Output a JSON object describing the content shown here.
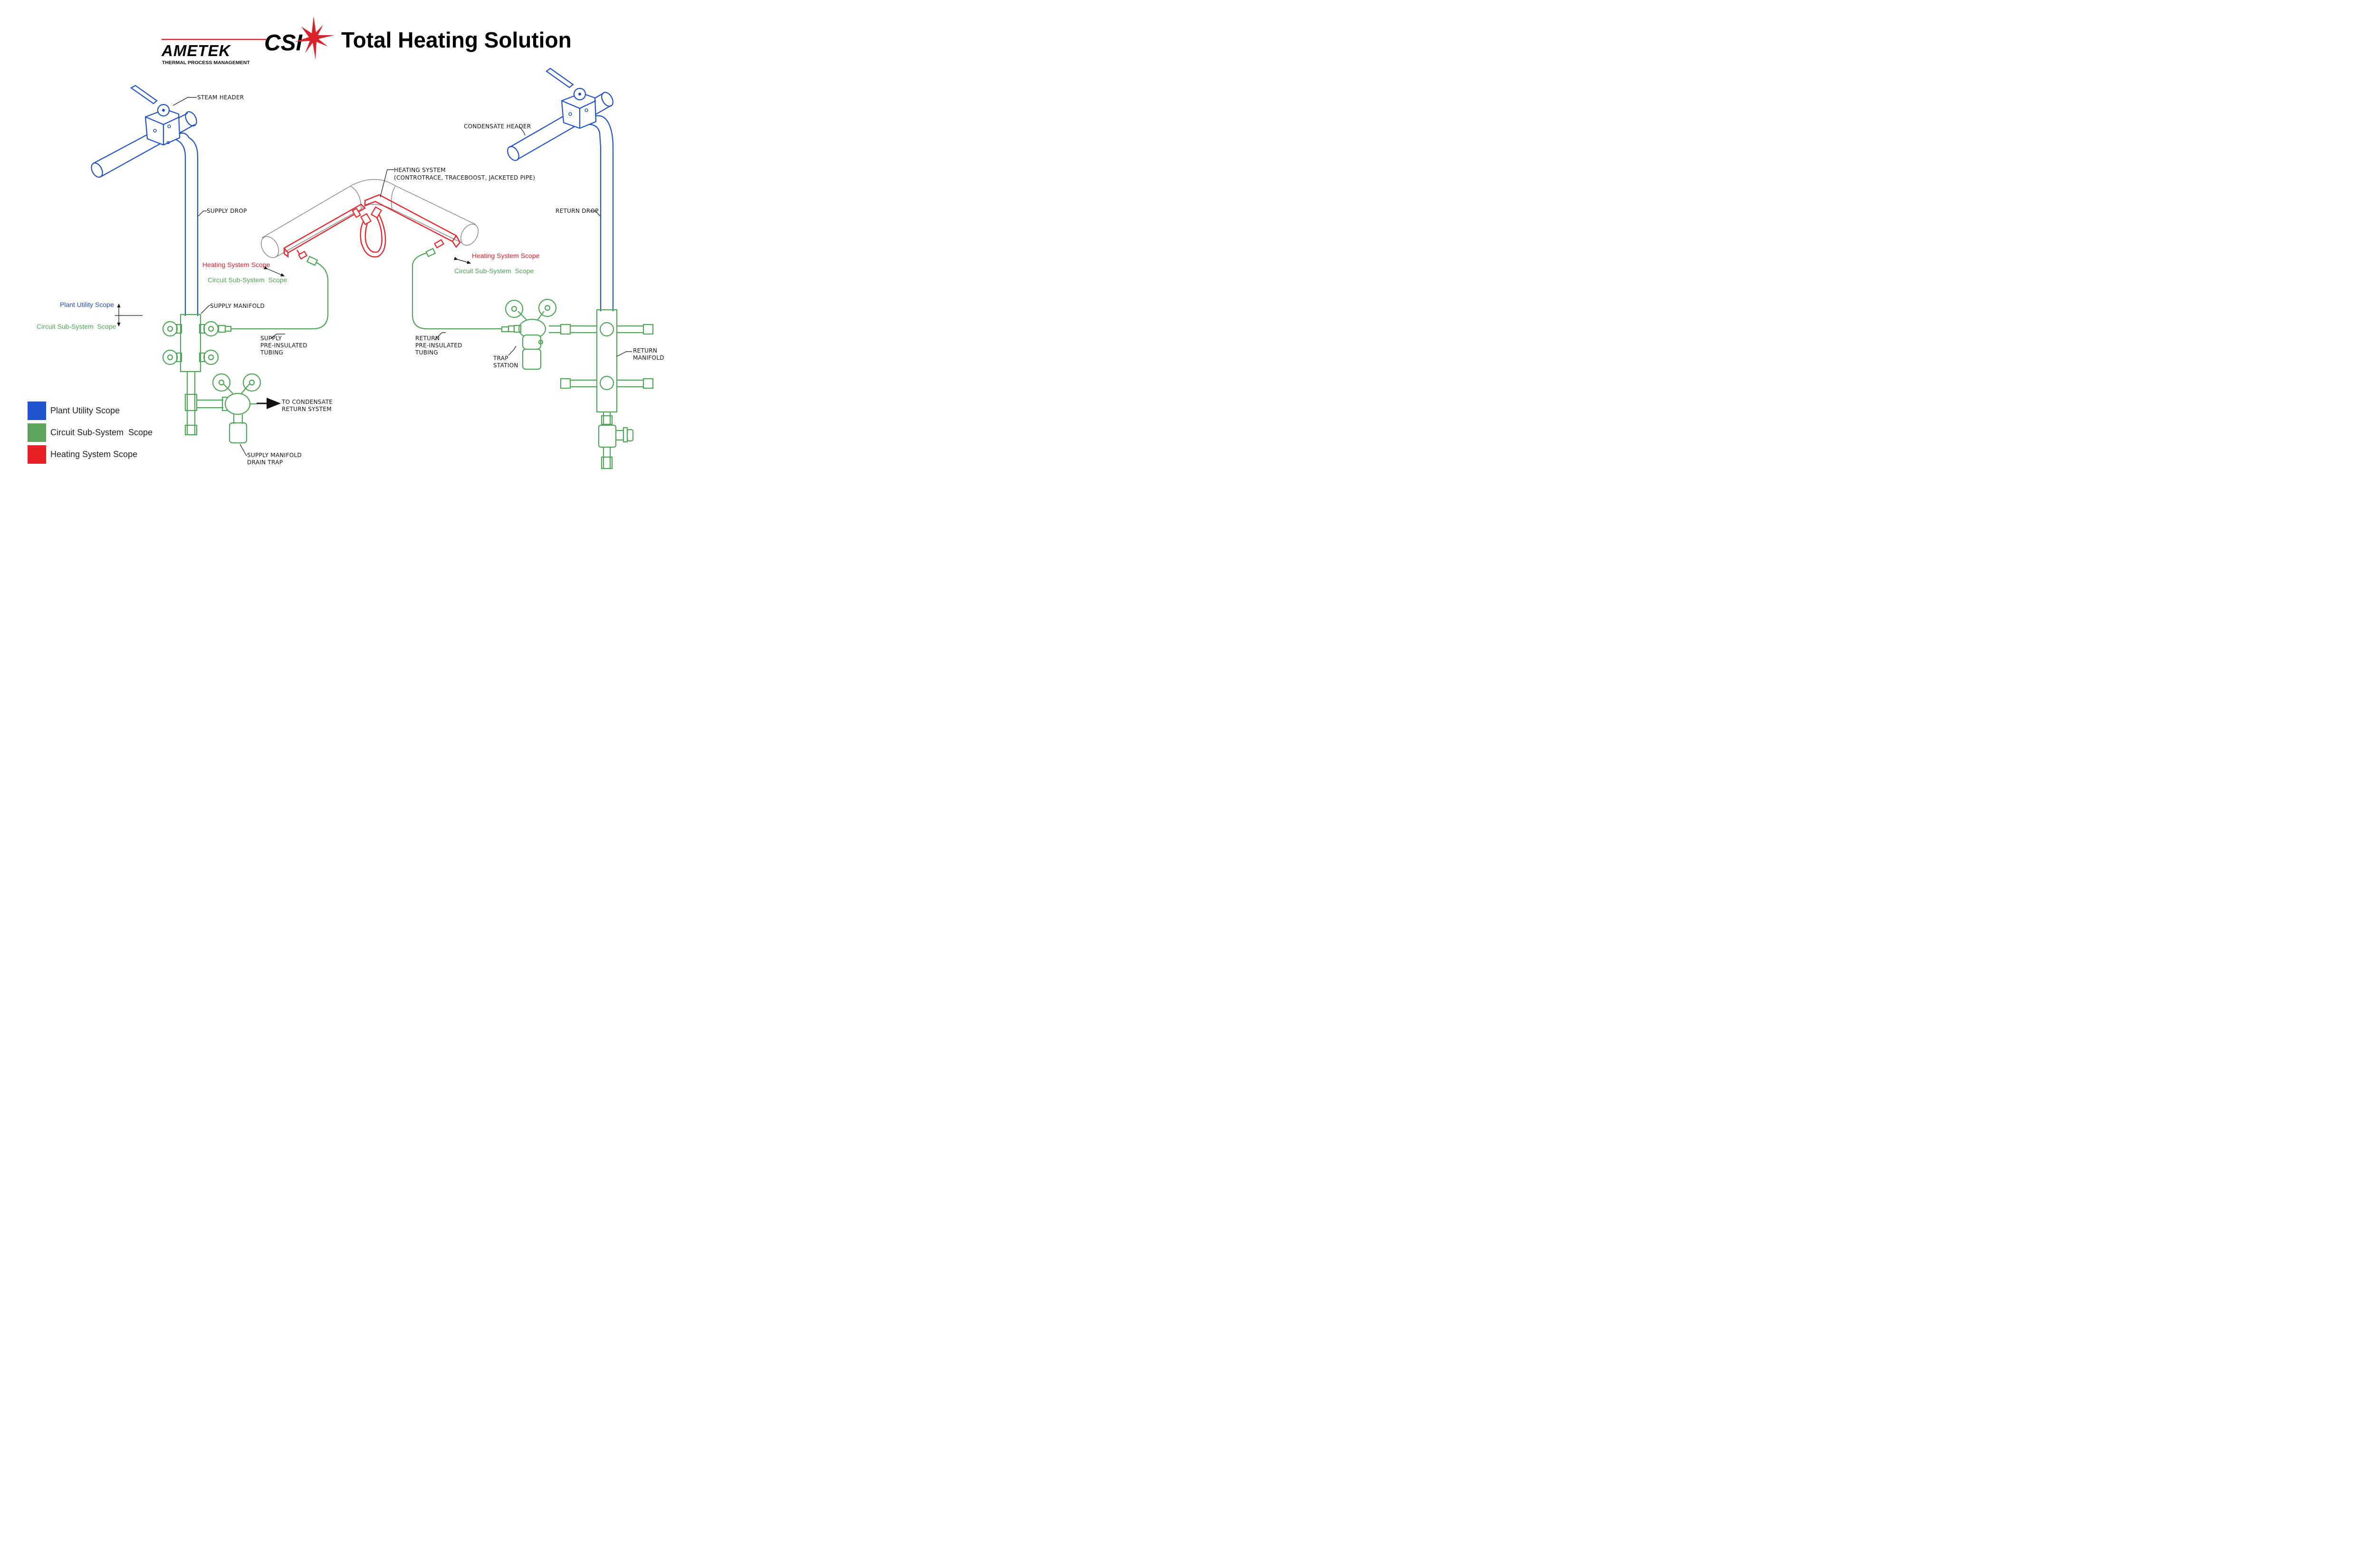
{
  "header": {
    "brand": "AMETEK",
    "brand_sub": "THERMAL PROCESS MANAGEMENT",
    "brand2": "CSI",
    "title": "Total Heating Solution"
  },
  "labels": {
    "steam_header": "STEAM HEADER",
    "supply_drop": "SUPPLY DROP",
    "supply_manifold": "SUPPLY MANIFOLD",
    "supply_tubing_1": "SUPPLY",
    "supply_tubing_2": "PRE-INSULATED",
    "supply_tubing_3": "TUBING",
    "to_condensate_1": "TO CONDENSATE",
    "to_condensate_2": "RETURN SYSTEM",
    "drain_trap_1": "SUPPLY MANIFOLD",
    "drain_trap_2": "DRAIN TRAP",
    "heating_system_1": "HEATING SYSTEM",
    "heating_system_2": "(CONTROTRACE, TRACEBOOST, JACKETED PIPE)",
    "condensate_header": "CONDENSATE HEADER",
    "return_drop": "RETURN DROP",
    "return_tubing_1": "RETURN",
    "return_tubing_2": "PRE-INSULATED",
    "return_tubing_3": "TUBING",
    "trap_station_1": "TRAP",
    "trap_station_2": "STATION",
    "return_manifold_1": "RETURN",
    "return_manifold_2": "MANIFOLD"
  },
  "scopes": {
    "heating_left": "Heating System Scope",
    "circuit_left": "Circuit Sub-System  Scope",
    "heating_right": "Heating System Scope",
    "circuit_right": "Circuit Sub-System  Scope",
    "plant_utility": "Plant Utility Scope",
    "circuit_plant": "Circuit Sub-System  Scope"
  },
  "legend": [
    {
      "label": "Plant Utility Scope",
      "color": "#1f56d0"
    },
    {
      "label": "Circuit Sub-System  Scope",
      "color": "#5ea35c"
    },
    {
      "label": "Heating System Scope",
      "color": "#ea2027"
    }
  ],
  "colors": {
    "plant_utility": "#1f4fc9",
    "circuit_sub_system": "#4fa556",
    "heating_system": "#e8232a",
    "brand_red": "#d9232a"
  }
}
